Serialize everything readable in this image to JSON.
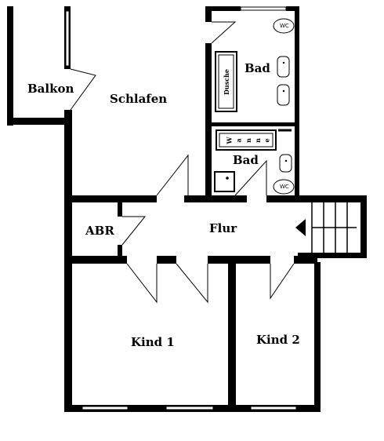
{
  "rooms": {
    "balkon": "Balkon",
    "schlafen": "Schlafen",
    "bad_top": "Bad",
    "bad_bottom": "Bad",
    "abr": "ABR",
    "flur": "Flur",
    "kind1": "Kind 1",
    "kind2": "Kind 2"
  },
  "fixtures": {
    "dusche": "Dusche",
    "wanne_letters": [
      "W",
      "a",
      "n",
      "n",
      "e"
    ],
    "wc_top": "WC",
    "wc_bottom": "WC"
  }
}
